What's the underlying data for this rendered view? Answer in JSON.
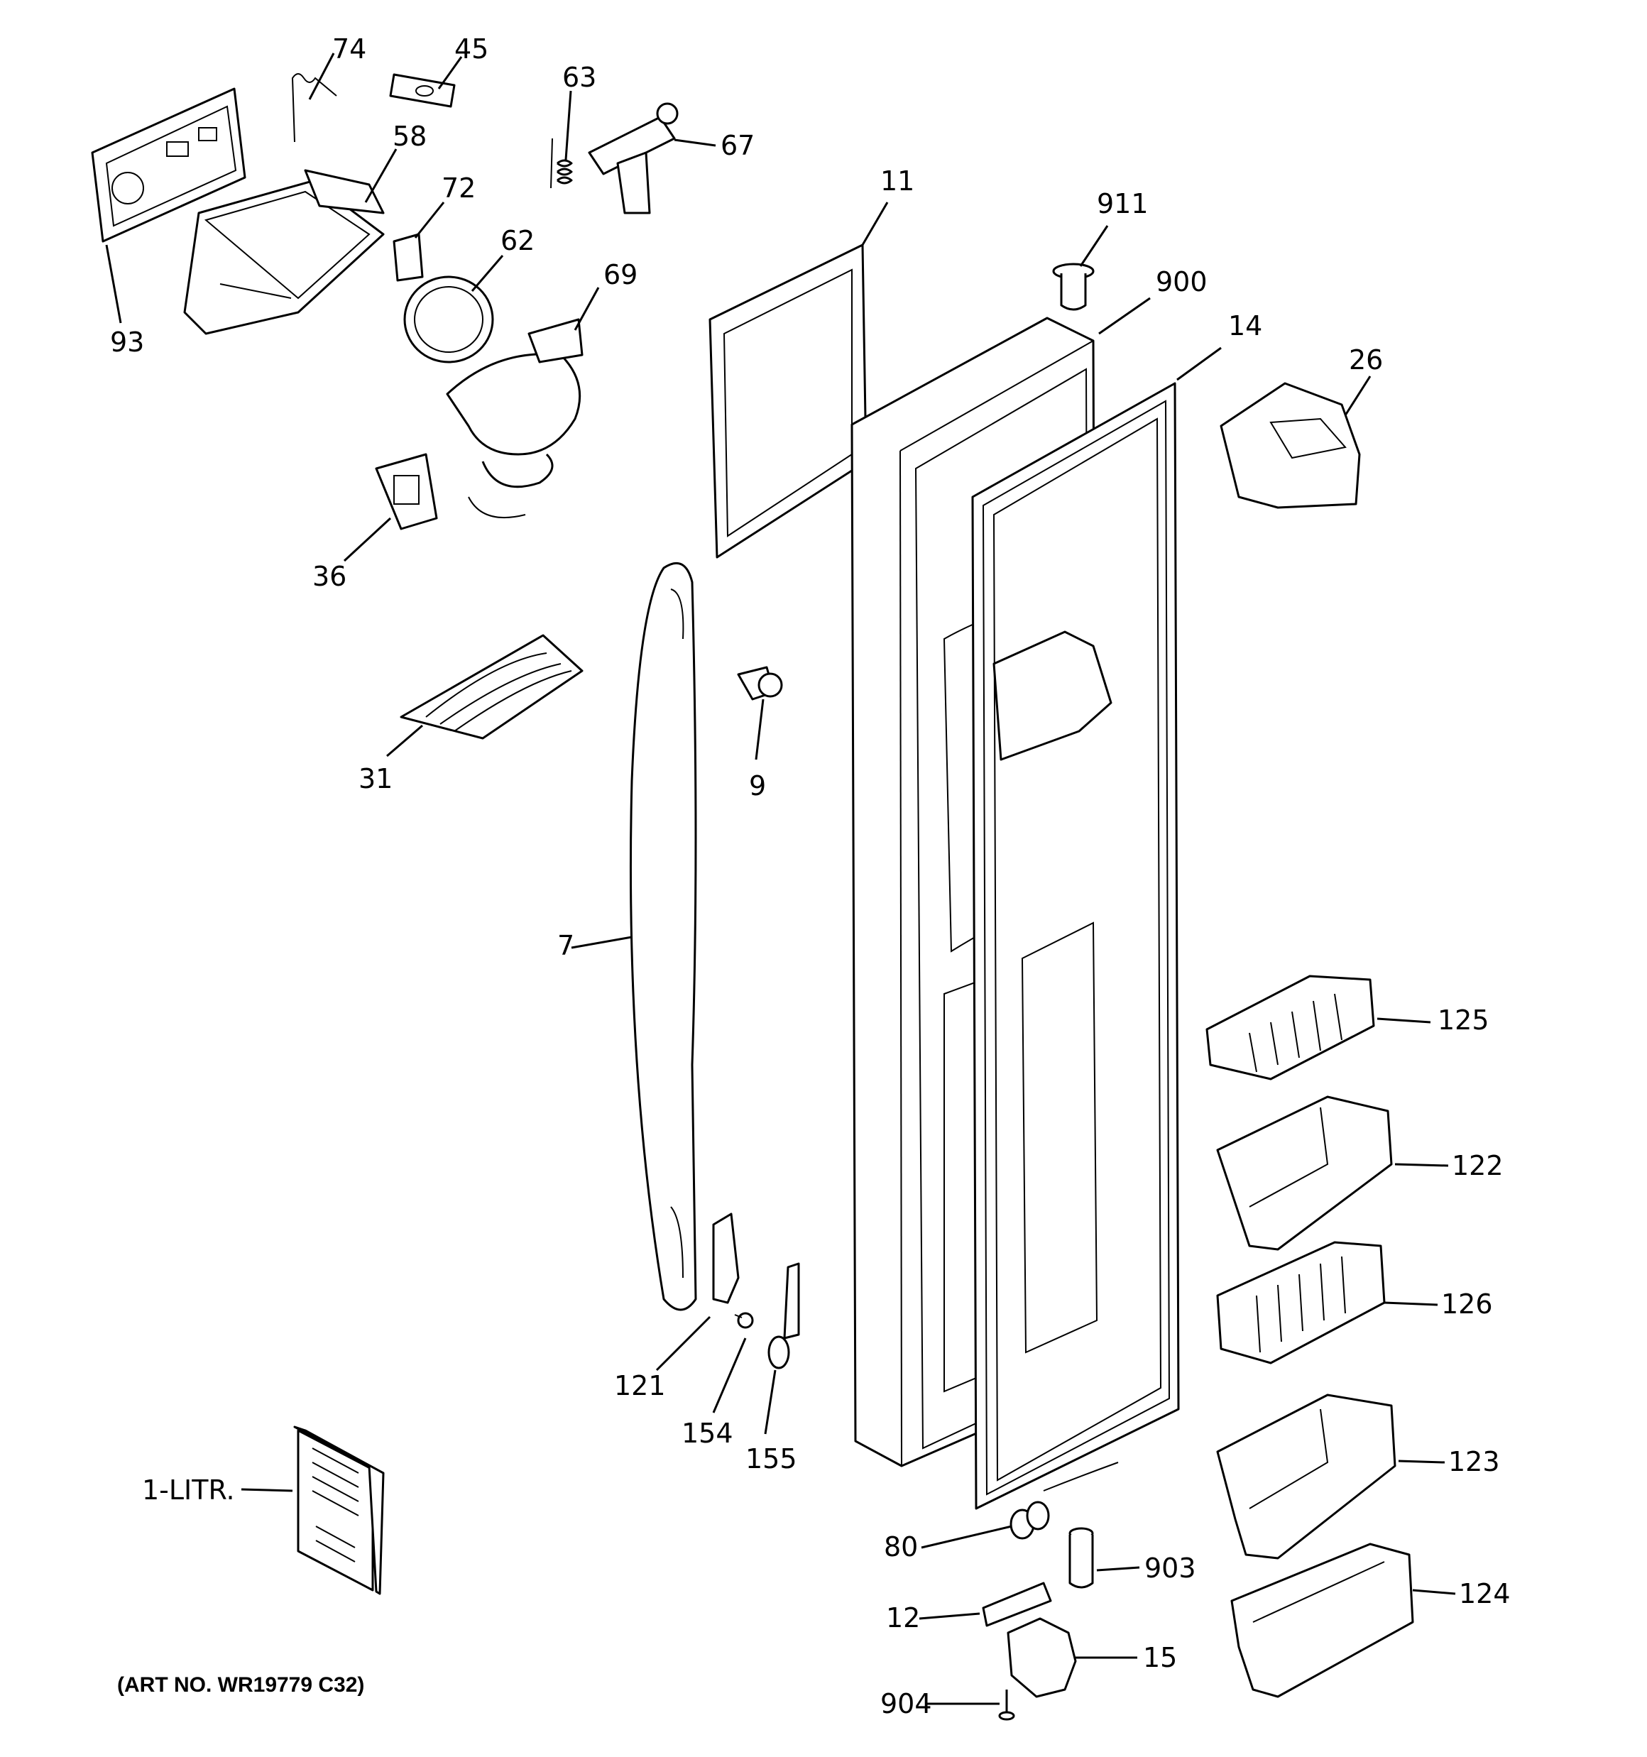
{
  "labels": {
    "p74": "74",
    "p45": "45",
    "p63": "63",
    "p67": "67",
    "p58": "58",
    "p72": "72",
    "p62": "62",
    "p69": "69",
    "p93": "93",
    "p36": "36",
    "p11": "11",
    "p911": "911",
    "p900": "900",
    "p14": "14",
    "p26": "26",
    "p31": "31",
    "p9": "9",
    "p7": "7",
    "p125": "125",
    "p122": "122",
    "p126": "126",
    "p123": "123",
    "p124": "124",
    "p121": "121",
    "p154": "154",
    "p155": "155",
    "p1litr": "1-LITR.",
    "p80": "80",
    "p903": "903",
    "p12": "12",
    "p15": "15",
    "p904": "904"
  },
  "art_number": "(ART NO. WR19779 C32)"
}
